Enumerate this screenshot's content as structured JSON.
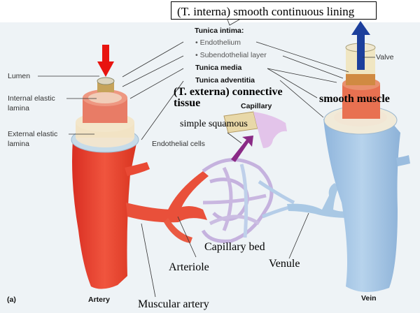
{
  "figure": {
    "panel_label": "(a)",
    "callout_top": "(T. interna) smooth continuous lining",
    "tunica_intima": {
      "heading": "Tunica intima:",
      "items": [
        "• Endothelium",
        "• Subendothelial layer"
      ]
    },
    "tunica_media": "Tunica media",
    "tunica_adventitia": "Tunica adventitia",
    "left_labels": {
      "lumen": "Lumen",
      "internal_elastic": [
        "Internal elastic",
        "lamina"
      ],
      "external_elastic": [
        "External elastic",
        "lamina"
      ]
    },
    "annotations": {
      "externa": [
        "(T. externa) connective",
        "tissue"
      ],
      "smooth_muscle": "smooth muscle",
      "simple_squamous": "simple squamous",
      "capillary_bed": "Capillary bed",
      "arteriole": "Arteriole",
      "venule": "Venule",
      "muscular_artery": "Muscular artery"
    },
    "capillary": {
      "heading": "Capillary",
      "endothelial_cells": "Endothelial cells"
    },
    "valve": "Valve",
    "bottom_labels": {
      "artery": "Artery",
      "vein": "Vein"
    },
    "colors": {
      "artery_red": "#e8412f",
      "vein_blue": "#a9c8e4",
      "capillary_purple": "#c7b5e0",
      "flow_in_arrow": "#e8140f",
      "flow_out_arrow": "#1c3f9c",
      "capillary_arrow": "#8a2a86",
      "media_orange": "#e67858",
      "background": "#eef3f6"
    }
  }
}
